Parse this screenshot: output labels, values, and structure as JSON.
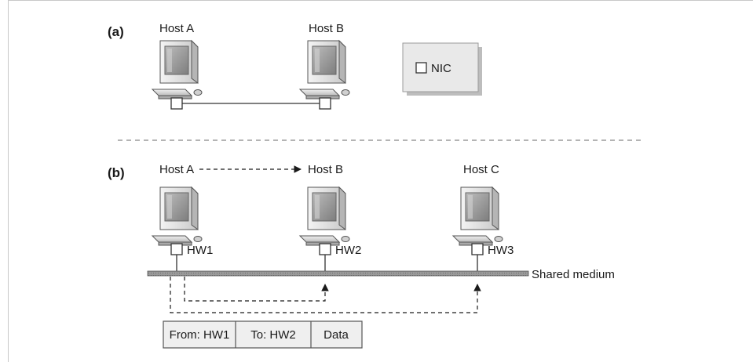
{
  "panel_a": {
    "label": "(a)",
    "host_a": "Host A",
    "host_b": "Host B",
    "legend_nic": "NIC"
  },
  "panel_b": {
    "label": "(b)",
    "host_a": "Host A",
    "host_b": "Host B",
    "host_c": "Host C",
    "hw1": "HW1",
    "hw2": "HW2",
    "hw3": "HW3",
    "medium": "Shared medium",
    "frame": [
      "From: HW1",
      "To: HW2",
      "Data"
    ]
  },
  "colors": {
    "border": "#c8c8c8",
    "separator": "#b4b4b4",
    "medium_fill": "#8c8c8c",
    "legend_fill": "#e9e9e9",
    "frame_fill": "#efefef",
    "monitor_screen": "#9a9a9a"
  }
}
